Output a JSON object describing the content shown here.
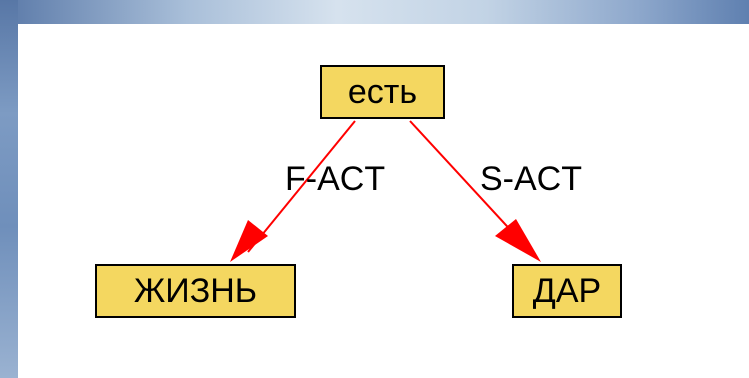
{
  "nodes": {
    "root": "есть",
    "left_child": "ЖИЗНЬ",
    "right_child": "ДАР"
  },
  "edges": {
    "left_label": "F-ACT",
    "right_label": "S-ACT"
  },
  "colors": {
    "node_fill": "#f4d760",
    "arrow": "#ff0000",
    "background": "#ffffff"
  }
}
